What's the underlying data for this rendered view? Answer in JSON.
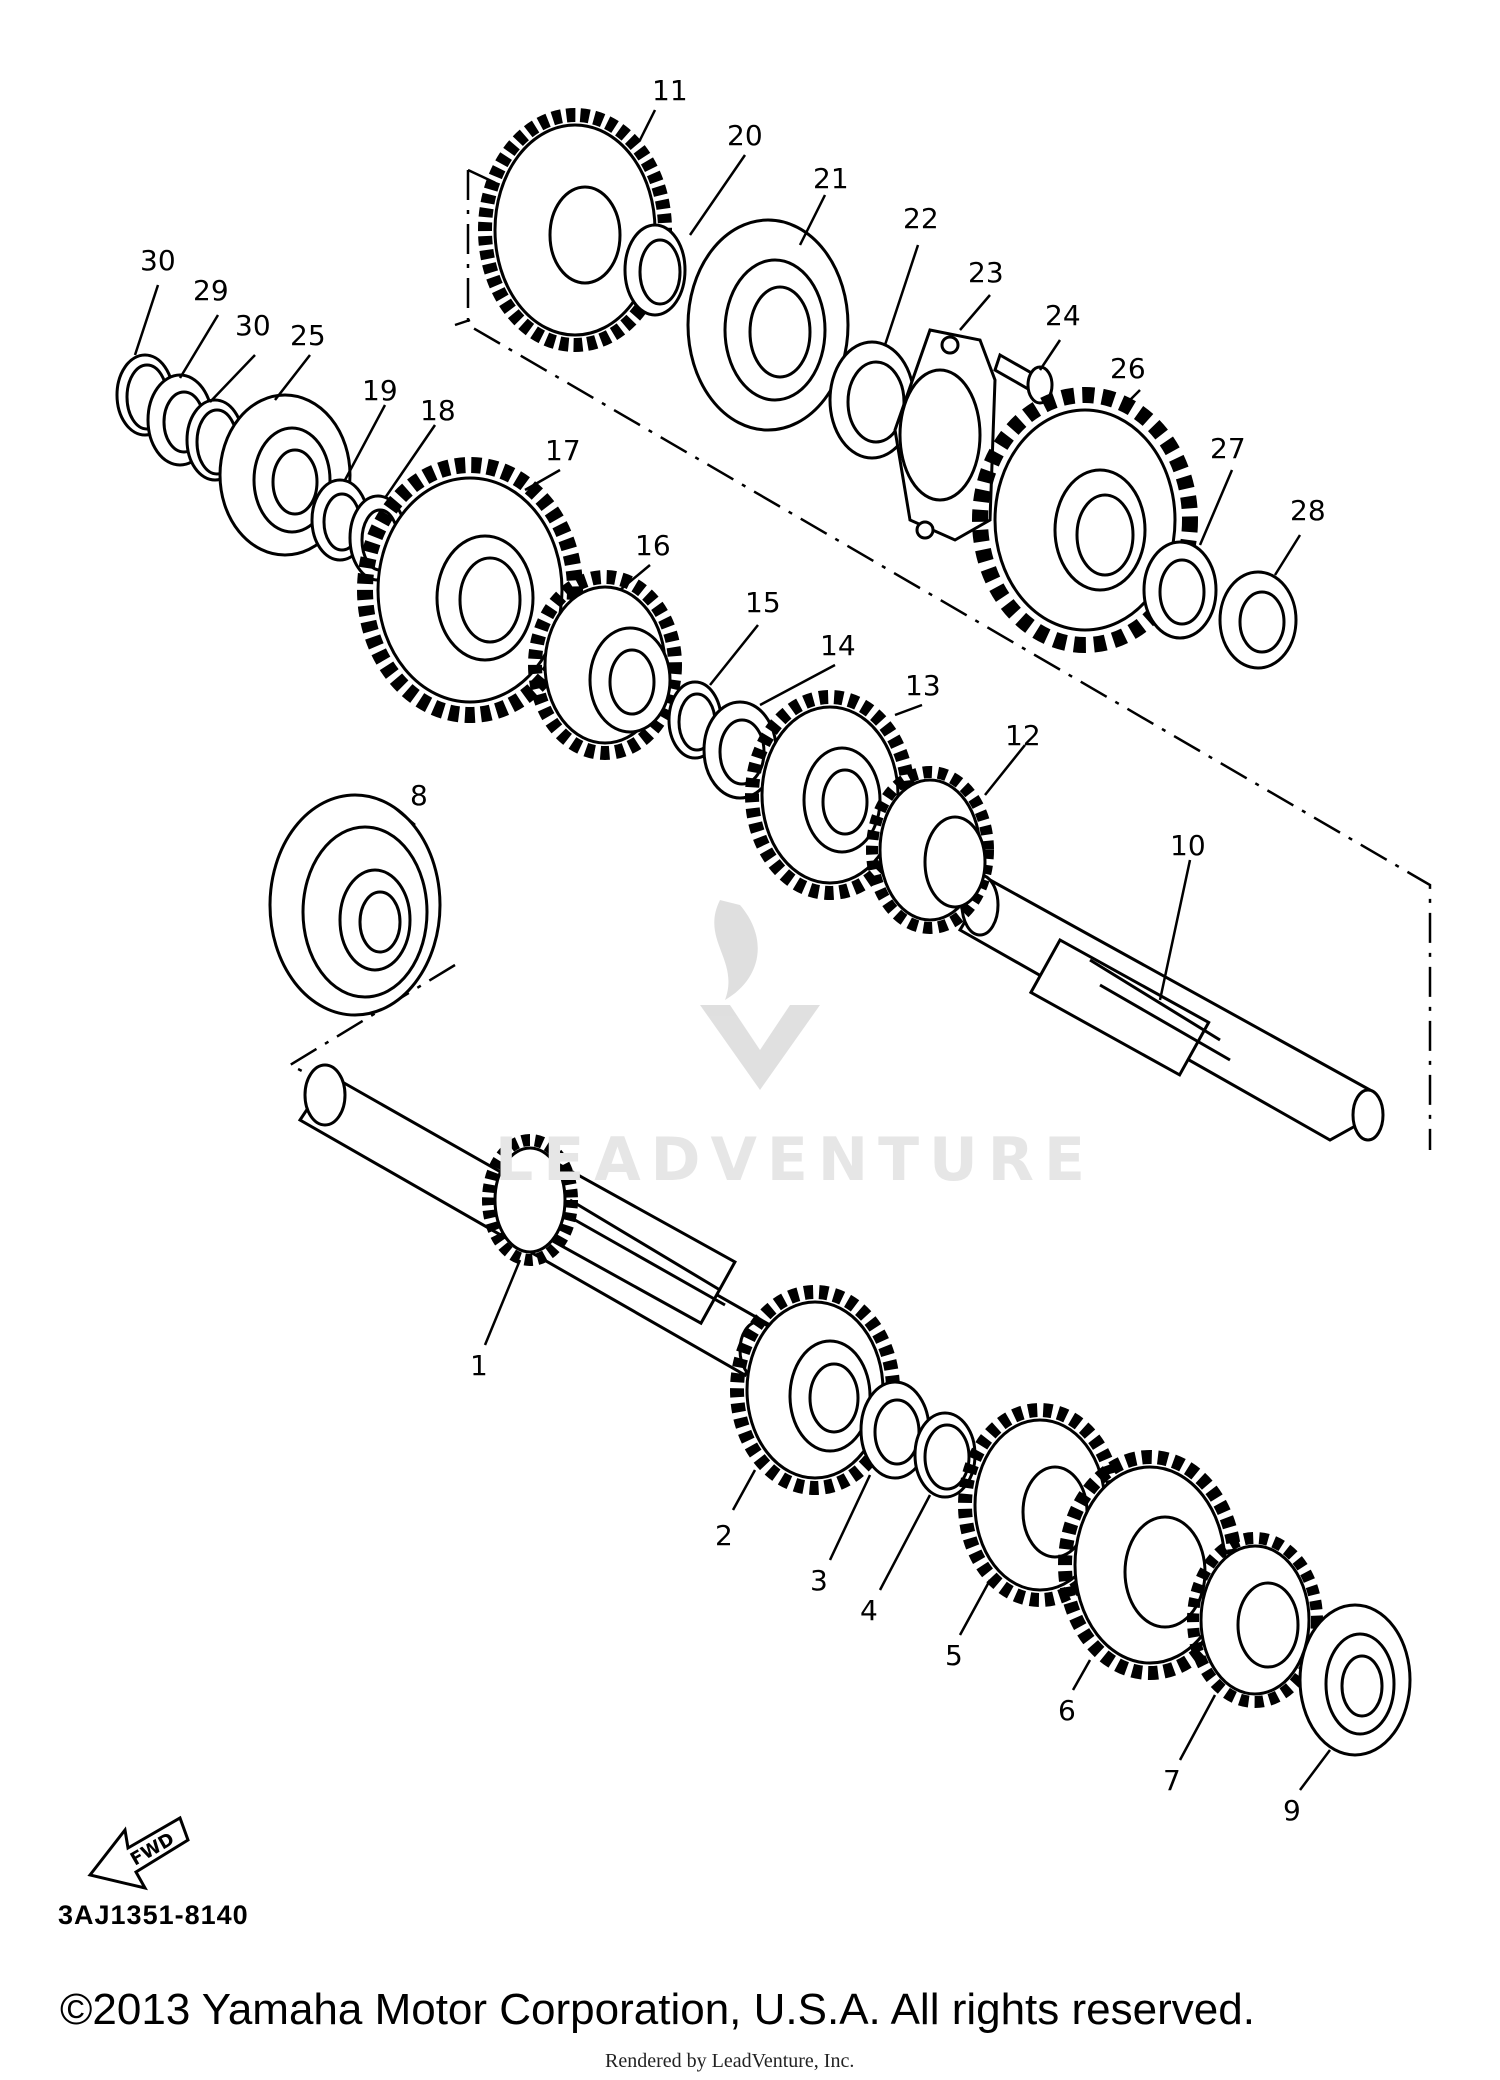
{
  "diagram": {
    "drawing_code": "3AJ1351-8140",
    "fwd_label": "FWD",
    "watermark": "LEADVENTURE",
    "copyright": "©2013 Yamaha Motor Corporation, U.S.A. All rights reserved.",
    "rendered_by": "Rendered by LeadVenture, Inc.",
    "part_numbers": [
      "1",
      "2",
      "3",
      "4",
      "5",
      "6",
      "7",
      "8",
      "9",
      "10",
      "11",
      "12",
      "13",
      "14",
      "15",
      "16",
      "17",
      "18",
      "19",
      "20",
      "21",
      "22",
      "23",
      "24",
      "25",
      "26",
      "27",
      "28",
      "29",
      "30",
      "30"
    ]
  }
}
